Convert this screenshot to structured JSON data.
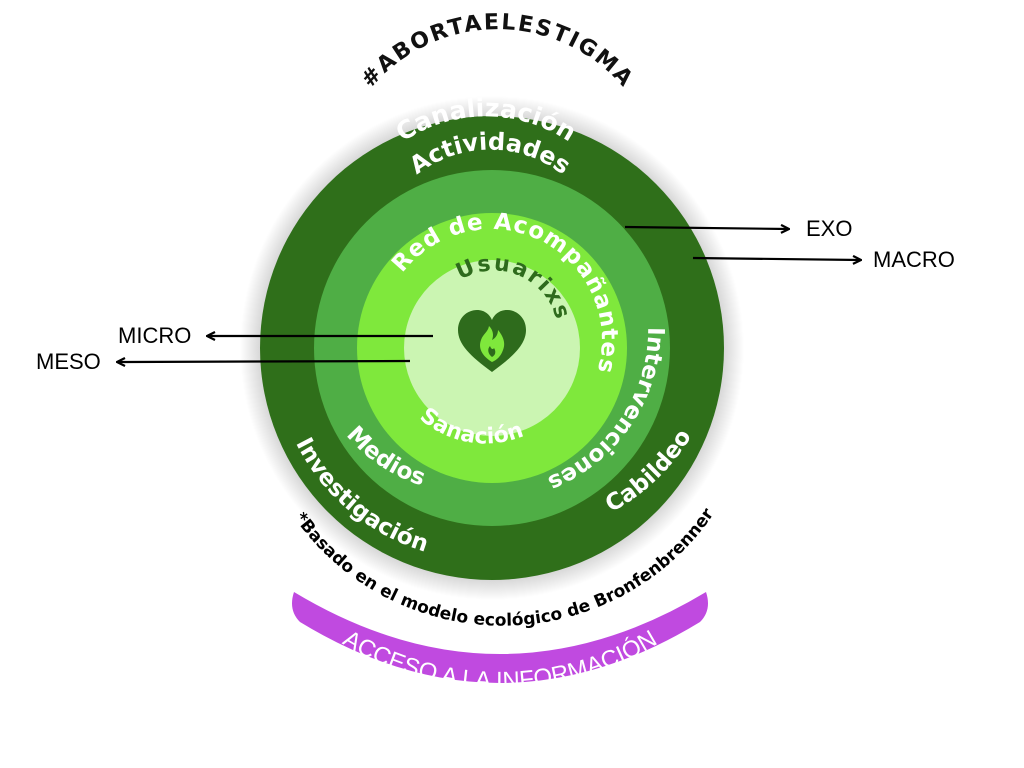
{
  "hashtag": "#ABORTAELESTIGMA",
  "rings": {
    "outer": {
      "top": "Canalización",
      "bottom_right": "Cabildeo",
      "bottom_left": "Investigación",
      "color": "#2f6f1a"
    },
    "second": {
      "top": "Actividades",
      "right": "Intervenciones",
      "bottom_left": "Medios",
      "color": "#4fae45"
    },
    "third": {
      "top": "Red de Acompañantes",
      "bottom": "Sanación",
      "color": "#7fe83c"
    },
    "center": {
      "label": "Usuarixs",
      "color": "#cbf5b2"
    }
  },
  "center_icon": "heart-flame-icon",
  "levels": {
    "exo": "EXO",
    "macro": "MACRO",
    "micro": "MICRO",
    "meso": "MESO"
  },
  "note": "*Basado en el modelo ecológico de Bronfenbrenner",
  "banner": {
    "label": "ACCESO A LA INFORMACIÓN",
    "color": "#c04ae0"
  }
}
